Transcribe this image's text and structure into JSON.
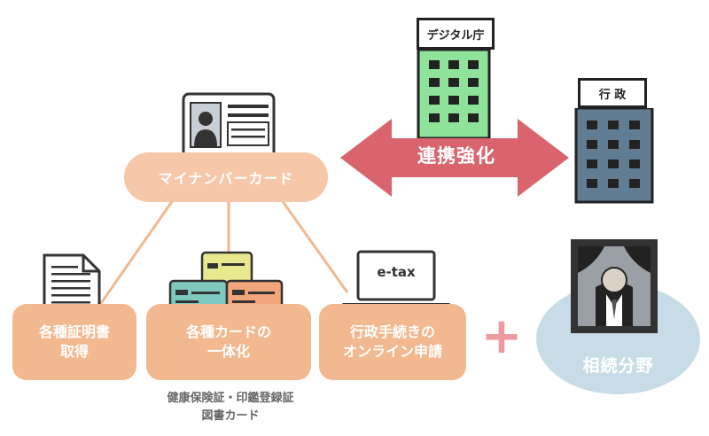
{
  "agency": {
    "digital": "デジタル庁",
    "gyosei": "行 政"
  },
  "arrow_label": "連携強化",
  "center_card": "マイナンバーカード",
  "items": [
    {
      "line1": "各種証明書",
      "line2": "取得"
    },
    {
      "line1": "各種カードの",
      "line2": "一体化"
    },
    {
      "line1": "行政手続きの",
      "line2": "オンライン申請"
    }
  ],
  "caption": {
    "line1": "健康保険証・印鑑登録証",
    "line2": "図書カード"
  },
  "etax_label": "e-tax",
  "plus": "+",
  "sozoku": "相続分野",
  "colors": {
    "orange_box": "#f2b88f",
    "card_pill": "#f6c8a9",
    "arrow": "#d9646e",
    "digital_building": "#8fe29a",
    "gyosei_building": "#617d93",
    "plus": "#ec9aa0",
    "circle": "#c7dce6"
  }
}
